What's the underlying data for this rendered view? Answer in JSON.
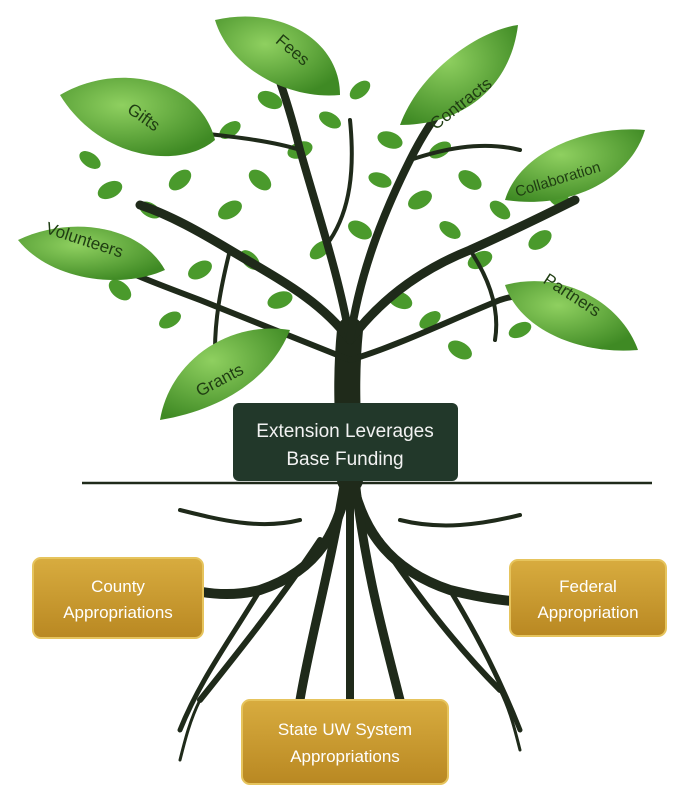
{
  "center": {
    "line1": "Extension Leverages",
    "line2": "Base Funding"
  },
  "leaves": {
    "fees": "Fees",
    "gifts": "Gifts",
    "contracts": "Contracts",
    "collaboration": "Collaboration",
    "volunteers": "Volunteers",
    "partners": "Partners",
    "grants": "Grants"
  },
  "roots": {
    "county": {
      "line1": "County",
      "line2": "Appropriations"
    },
    "federal": {
      "line1": "Federal",
      "line2": "Appropriation"
    },
    "state": {
      "line1": "State UW System",
      "line2": "Appropriations"
    }
  },
  "colors": {
    "leaf": "#4f9a2f",
    "leaf_light": "#7cc04a",
    "trunk": "#1f2a1a",
    "center_box": "#22382a",
    "gold_box": "#c99a2e",
    "gold_border": "#e6c45d"
  }
}
